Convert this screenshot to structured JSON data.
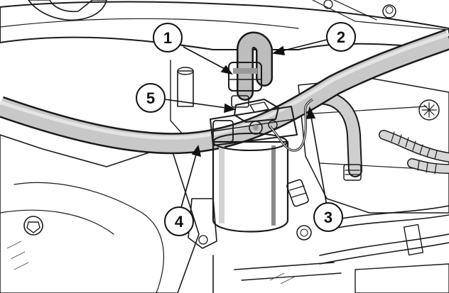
{
  "figure": {
    "colors": {
      "ink": "#1a1a1a",
      "shade": "#b9b9b9",
      "shade_dark": "#8e8e8e",
      "light": "#e6e6e6",
      "paper": "#ffffff"
    },
    "callouts": [
      {
        "id": "1",
        "label": "1"
      },
      {
        "id": "2",
        "label": "2"
      },
      {
        "id": "3",
        "label": "3"
      },
      {
        "id": "4",
        "label": "4"
      },
      {
        "id": "5",
        "label": "5"
      }
    ]
  }
}
